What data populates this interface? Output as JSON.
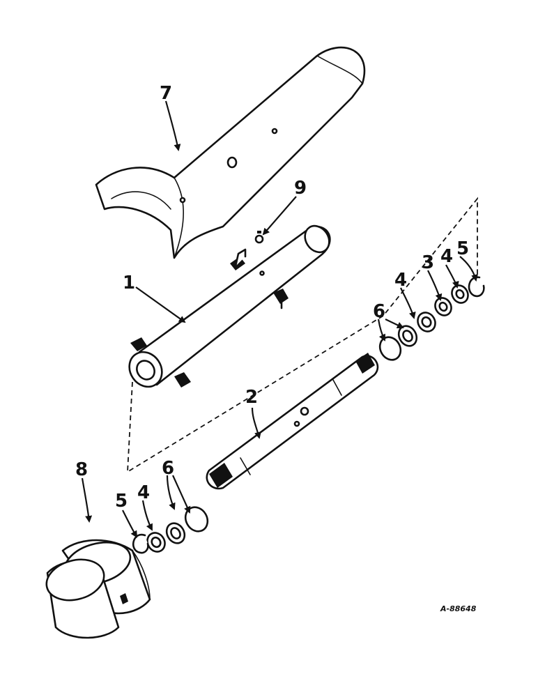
{
  "callouts": {
    "c1": "1",
    "c2": "2",
    "c3": "3",
    "c4a": "4",
    "c4b": "4",
    "c4c": "4",
    "c5a": "5",
    "c5b": "5",
    "c6a": "6",
    "c6b": "6",
    "c7": "7",
    "c8": "8",
    "c9": "9"
  },
  "reference_number": "A-88648"
}
